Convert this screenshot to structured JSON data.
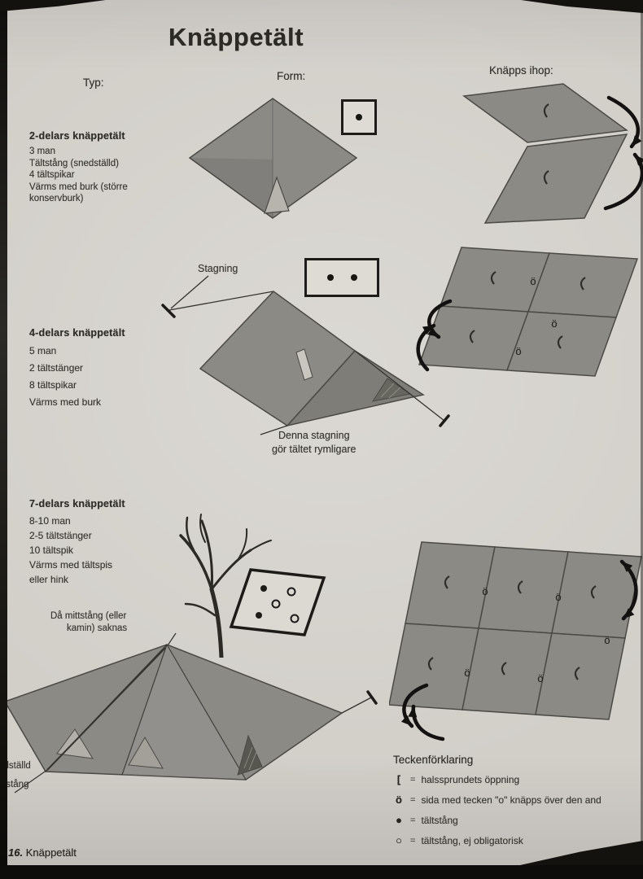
{
  "page": {
    "title": "Knäppetält",
    "footer_number": "16.",
    "footer_title": "Knäppetält"
  },
  "headers": {
    "typ": "Typ:",
    "form": "Form:",
    "knapps_ihop": "Knäpps ihop:"
  },
  "symbols": {
    "over": "ö"
  },
  "sections": [
    {
      "heading": "2-delars knäppetält",
      "lines": [
        "3 man",
        "Tältstång (snedställd)",
        "4 tältspikar",
        "Värms med burk (större",
        "konservburk)"
      ]
    },
    {
      "heading": "4-delars knäppetält",
      "lines": [
        "5 man",
        "2 tältstänger",
        "8 tältspikar",
        "Värms med burk"
      ],
      "stagning_label": "Stagning",
      "caption_line1": "Denna stagning",
      "caption_line2": "gör tältet rymligare"
    },
    {
      "heading": "7-delars knäppetält",
      "lines": [
        "8-10 man",
        "2-5 tältstänger",
        "10 tältspik",
        "Värms med tältspis",
        "eller hink"
      ],
      "note_line1": "Då mittstång (eller",
      "note_line2": "kamin) saknas",
      "pole_note_line1": "snedställd",
      "pole_note_line2": "tältstång"
    }
  ],
  "legend": {
    "title": "Teckenförklaring",
    "items": [
      {
        "symbol": "[",
        "eq": "=",
        "text": "halssprundets öppning"
      },
      {
        "symbol": "ö",
        "eq": "=",
        "text": "sida med tecken \"o\" knäpps över den and"
      },
      {
        "symbol": "●",
        "eq": "=",
        "text": "tältstång"
      },
      {
        "symbol": "○",
        "eq": "=",
        "text": "tältstång, ej obligatorisk"
      }
    ]
  }
}
